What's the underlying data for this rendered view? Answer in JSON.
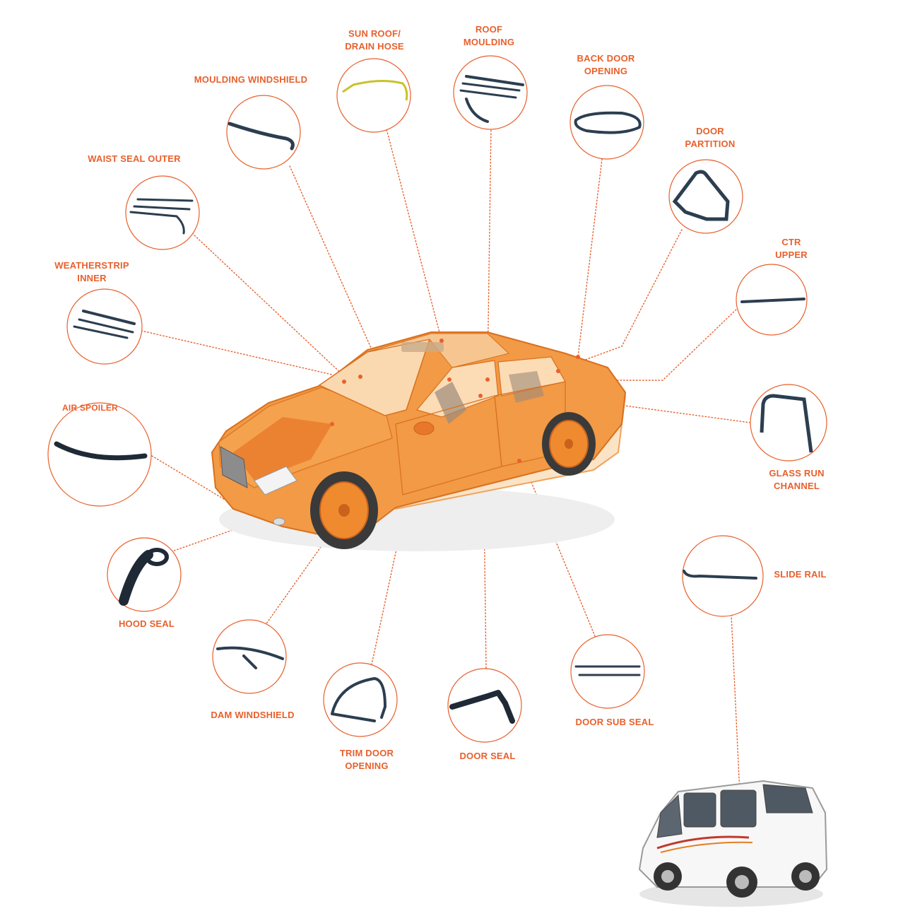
{
  "accent_color": "#e8602c",
  "car_color": "#f08a2e",
  "parts": [
    {
      "id": "moulding-windshield",
      "lines": [
        "MOULDING WINDSHIELD"
      ],
      "icon": "windshield-moulding-strip-icon"
    },
    {
      "id": "sun-roof-drain-hose",
      "lines": [
        "SUN ROOF/",
        "DRAIN HOSE"
      ],
      "icon": "drain-hose-icon"
    },
    {
      "id": "roof-moulding",
      "lines": [
        "ROOF",
        "MOULDING"
      ],
      "icon": "roof-moulding-strips-icon"
    },
    {
      "id": "back-door-opening",
      "lines": [
        "BACK DOOR",
        "OPENING"
      ],
      "icon": "back-door-seal-loop-icon"
    },
    {
      "id": "door-partition",
      "lines": [
        "DOOR",
        "PARTITION"
      ],
      "icon": "door-partition-frame-icon"
    },
    {
      "id": "ctr-upper",
      "lines": [
        "CTR",
        "UPPER"
      ],
      "icon": "ctr-upper-strip-icon"
    },
    {
      "id": "glass-run-channel",
      "lines": [
        "GLASS RUN",
        "CHANNEL"
      ],
      "icon": "glass-run-channel-icon"
    },
    {
      "id": "waist-seal-outer",
      "lines": [
        "WAIST SEAL OUTER"
      ],
      "icon": "waist-seal-strips-icon"
    },
    {
      "id": "weatherstrip-inner",
      "lines": [
        "WEATHERSTRIP",
        "INNER"
      ],
      "icon": "weatherstrip-strips-icon"
    },
    {
      "id": "air-spoiler",
      "lines": [
        "AIR SPOILER"
      ],
      "icon": "air-spoiler-icon"
    },
    {
      "id": "hood-seal",
      "lines": [
        "HOOD SEAL"
      ],
      "icon": "hood-seal-profile-icon"
    },
    {
      "id": "dam-windshield",
      "lines": [
        "DAM WINDSHIELD"
      ],
      "icon": "dam-windshield-strip-icon"
    },
    {
      "id": "trim-door-opening",
      "lines": [
        "TRIM DOOR",
        "OPENING"
      ],
      "icon": "trim-door-loop-icon"
    },
    {
      "id": "door-seal",
      "lines": [
        "DOOR SEAL"
      ],
      "icon": "door-seal-corner-icon"
    },
    {
      "id": "door-sub-seal",
      "lines": [
        "DOOR SUB SEAL"
      ],
      "icon": "door-sub-seal-strips-icon"
    },
    {
      "id": "slide-rail",
      "lines": [
        "SLIDE RAIL"
      ],
      "icon": "slide-rail-icon"
    }
  ]
}
